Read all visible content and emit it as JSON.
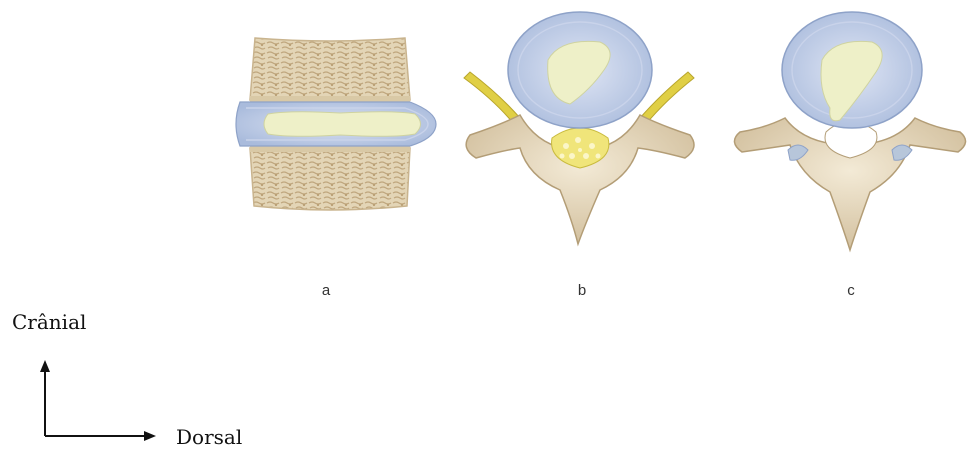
{
  "panels": {
    "a": {
      "label": "a"
    },
    "b": {
      "label": "b"
    },
    "c": {
      "label": "c"
    }
  },
  "orientation": {
    "vertical_label": "Crânial",
    "horizontal_label": "Dorsal"
  },
  "colors": {
    "bone": "#e9dcc0",
    "bone_shadow": "#cdb995",
    "cancellous": "#d8c6a2",
    "annulus": "#b9c8e2",
    "nucleus": "#eef0c6",
    "nerve": "#e2d24a",
    "fat": "#f2ea7a"
  }
}
